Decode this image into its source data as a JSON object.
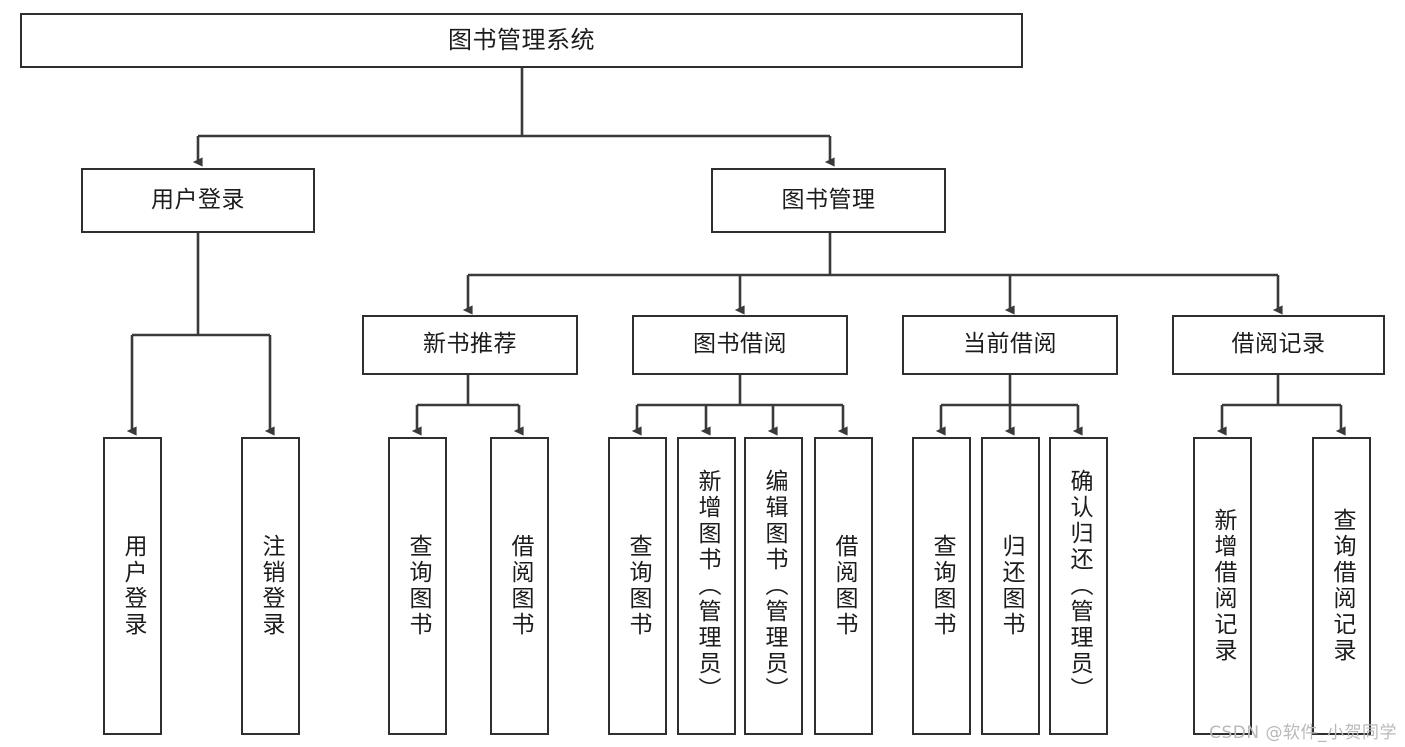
{
  "diagram": {
    "title": "图书管理系统",
    "type": "tree-hierarchy-chart",
    "root": {
      "label": "图书管理系统"
    },
    "level2": [
      {
        "label": "用户登录"
      },
      {
        "label": "图书管理"
      }
    ],
    "level3": [
      {
        "label": "新书推荐"
      },
      {
        "label": "图书借阅"
      },
      {
        "label": "当前借阅"
      },
      {
        "label": "借阅记录"
      }
    ],
    "leaves": {
      "user_login": [
        {
          "label": "用户登录"
        },
        {
          "label": "注销登录"
        }
      ],
      "new_book_recommend": [
        {
          "label": "查询图书"
        },
        {
          "label": "借阅图书"
        }
      ],
      "book_borrow": [
        {
          "label": "查询图书"
        },
        {
          "label": "新增图书（管理员）"
        },
        {
          "label": "编辑图书（管理员）"
        },
        {
          "label": "借阅图书"
        }
      ],
      "current_borrow": [
        {
          "label": "查询图书"
        },
        {
          "label": "归还图书"
        },
        {
          "label": "确认归还（管理员）"
        }
      ],
      "borrow_record": [
        {
          "label": "新增借阅记录"
        },
        {
          "label": "查询借阅记录"
        }
      ]
    }
  },
  "watermark": {
    "text": "CSDN @软件_小贺同学"
  },
  "colors": {
    "box_border": "#2f2f2f",
    "box_fill": "#ffffff",
    "text": "#1c1c1c",
    "connector": "#3a3a3a",
    "watermark": "#b9b9b9"
  }
}
